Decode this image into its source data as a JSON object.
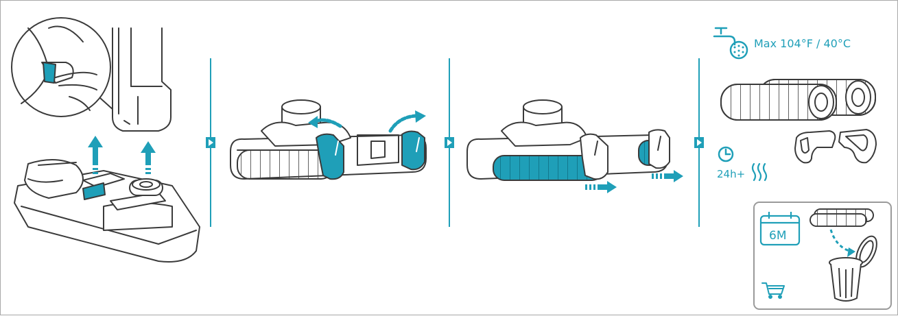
{
  "colors": {
    "accent": "#1f9fb8",
    "ink": "#3a3a3a",
    "frame": "#a8a8a8"
  },
  "temperature_label": "Max 104°F / 40°C",
  "dry_time_label": "24h+",
  "replace_interval_label": "6M",
  "icons": [
    "faucet-icon",
    "clock-icon",
    "steam-icon",
    "calendar-icon",
    "cart-icon",
    "trash-can-icon",
    "step-arrow-icon"
  ]
}
